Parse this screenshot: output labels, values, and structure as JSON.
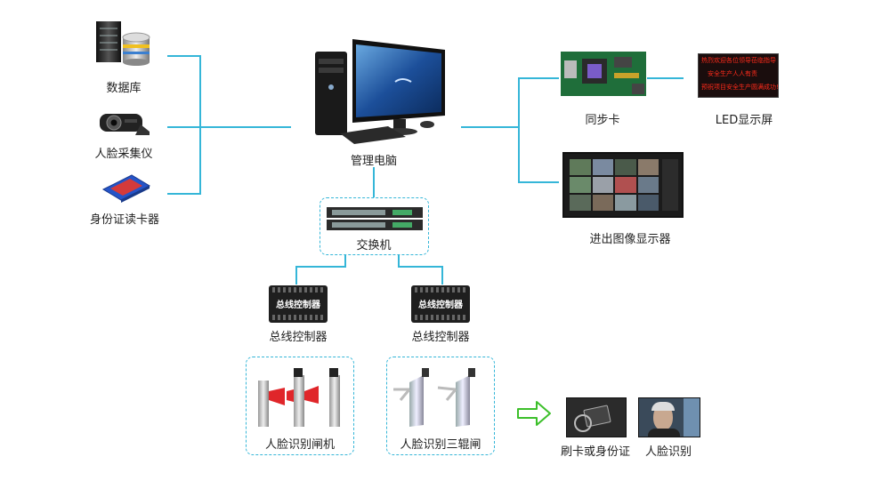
{
  "labels": {
    "database": "数据库",
    "face_collector": "人脸采集仪",
    "id_reader": "身份证读卡器",
    "pc": "管理电脑",
    "switch": "交换机",
    "controller_left": "总线控制器",
    "controller_right": "总线控制器",
    "controller_plate_left": "总线控制器",
    "controller_plate_right": "总线控制器",
    "face_gate": "人脸识别闸机",
    "tripod_gate": "人脸识别三辊闸",
    "sync_card": "同步卡",
    "led_screen": "LED显示屏",
    "monitor_display": "进出图像显示器",
    "card_or_id": "刷卡或身份证",
    "face_recognition": "人脸识别"
  },
  "led_text": [
    "热烈欢迎各位领导莅临指导",
    "安全生产人人有责",
    "预祝项目安全生产圆满成功!"
  ],
  "colors": {
    "line": "#35b6d8",
    "arrow": "#3cbf2a",
    "led_bg": "#1a0d0d",
    "led_text": "#ff2a1a",
    "barrier_red": "#e0262a"
  }
}
